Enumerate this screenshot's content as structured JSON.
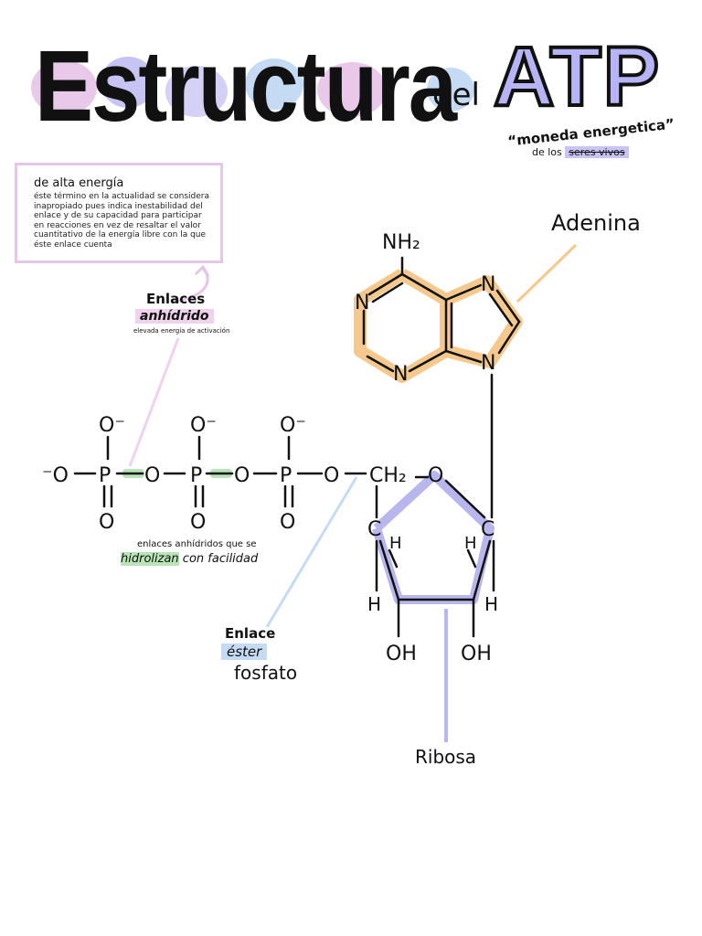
{
  "title": {
    "main": "Estructura",
    "del": "del",
    "atp": "ATP",
    "subtitle": "“moneda energetica”",
    "subtitle2_pre": "de los",
    "subtitle2_hl": "seres vivos"
  },
  "note_box": {
    "heading": "de alta energía",
    "text": "éste término en la actualidad se considera inapropiado pues indica inestabilidad del enlace y de su capacidad para participar en reacciones en vez de resaltar el valor cuantitativo de la energía libre con la que éste enlace cuenta"
  },
  "labels": {
    "enlaces": "Enlaces",
    "anhidrido": "anhídrido",
    "activacion": "elevada energía de activación",
    "hidrolizan_pre": "enlaces anhídridos que se",
    "hidrolizan_hl": "hidrolizan",
    "hidrolizan_post": "con facilidad",
    "enlace": "Enlace",
    "ester": "éster",
    "fosfato": "fosfato",
    "adenina": "Adenina",
    "ribosa": "Ribosa"
  },
  "atoms": {
    "o_minus": "O⁻",
    "minus_o": "⁻O",
    "p": "P",
    "o": "O",
    "ch2": "CH₂",
    "c": "C",
    "h": "H",
    "oh": "OH",
    "n": "N",
    "nh2": "NH₂"
  },
  "colors": {
    "adenine": "#f5c98e",
    "ribose": "#b8b6ec",
    "pink": "#efd3ec",
    "blue": "#c5dbf3",
    "green": "#b9e4b8",
    "atp_fill": "#b7b4f5"
  }
}
